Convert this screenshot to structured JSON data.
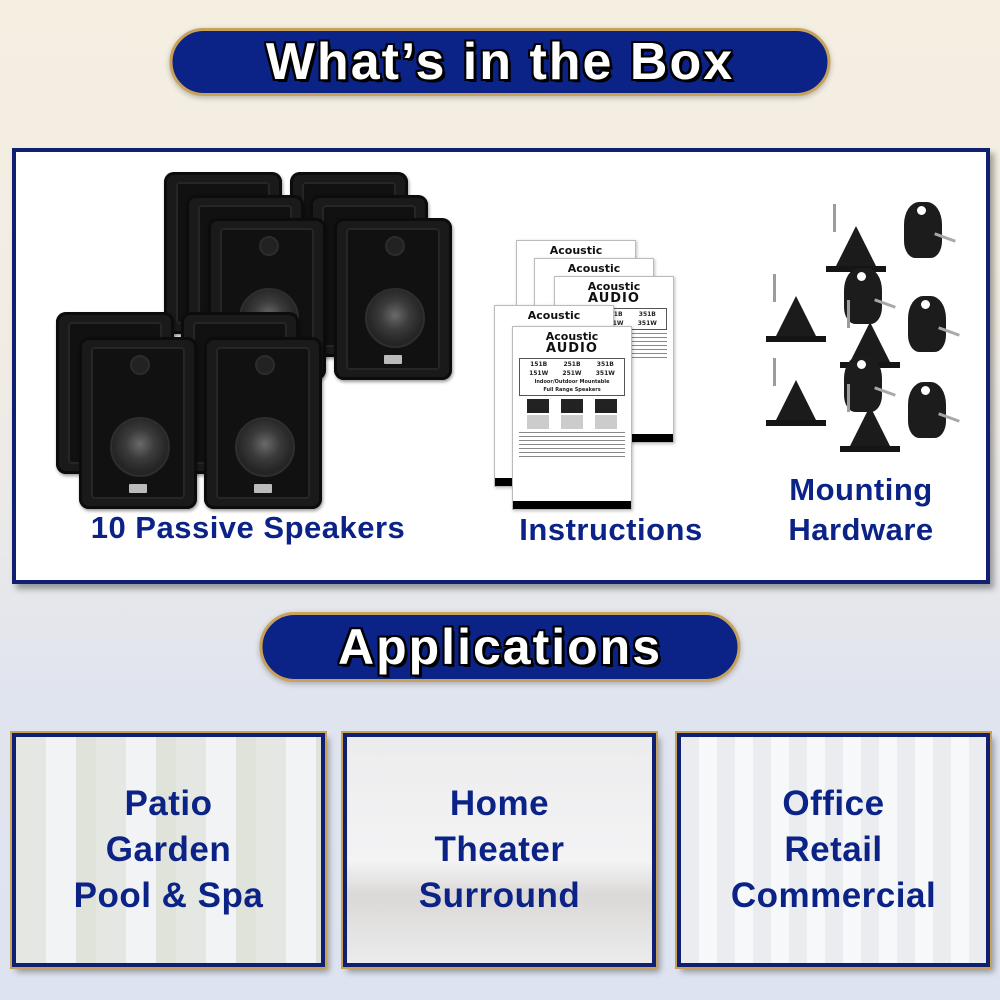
{
  "header": {
    "title": "What’s in the Box"
  },
  "box_contents": {
    "items": [
      {
        "label": "10 Passive Speakers",
        "icon": "speaker-icon",
        "quantity": 10
      },
      {
        "label": "Instructions",
        "icon": "instruction-sheet-icon"
      },
      {
        "label_line1": "Mounting",
        "label_line2": "Hardware",
        "icon": "mounting-bracket-icon"
      }
    ],
    "instruction_sheet": {
      "brand_line1": "Acoustic",
      "brand_line2": "AUDIO",
      "models": [
        "151B",
        "251B",
        "351B",
        "151W",
        "251W",
        "351W"
      ],
      "subtitle_line1": "Indoor/Outdoor Mountable",
      "subtitle_line2": "Full Range Speakers"
    }
  },
  "applications": {
    "title": "Applications",
    "cards": [
      {
        "lines": [
          "Patio",
          "Garden",
          "Pool & Spa"
        ]
      },
      {
        "lines": [
          "Home",
          "Theater",
          "Surround"
        ]
      },
      {
        "lines": [
          "Office",
          "Retail",
          "Commercial"
        ]
      }
    ]
  },
  "colors": {
    "navy": "#0b2287",
    "border_navy": "#0f1f72",
    "gold_trim": "#c9a25a",
    "panel_white": "#ffffff"
  }
}
